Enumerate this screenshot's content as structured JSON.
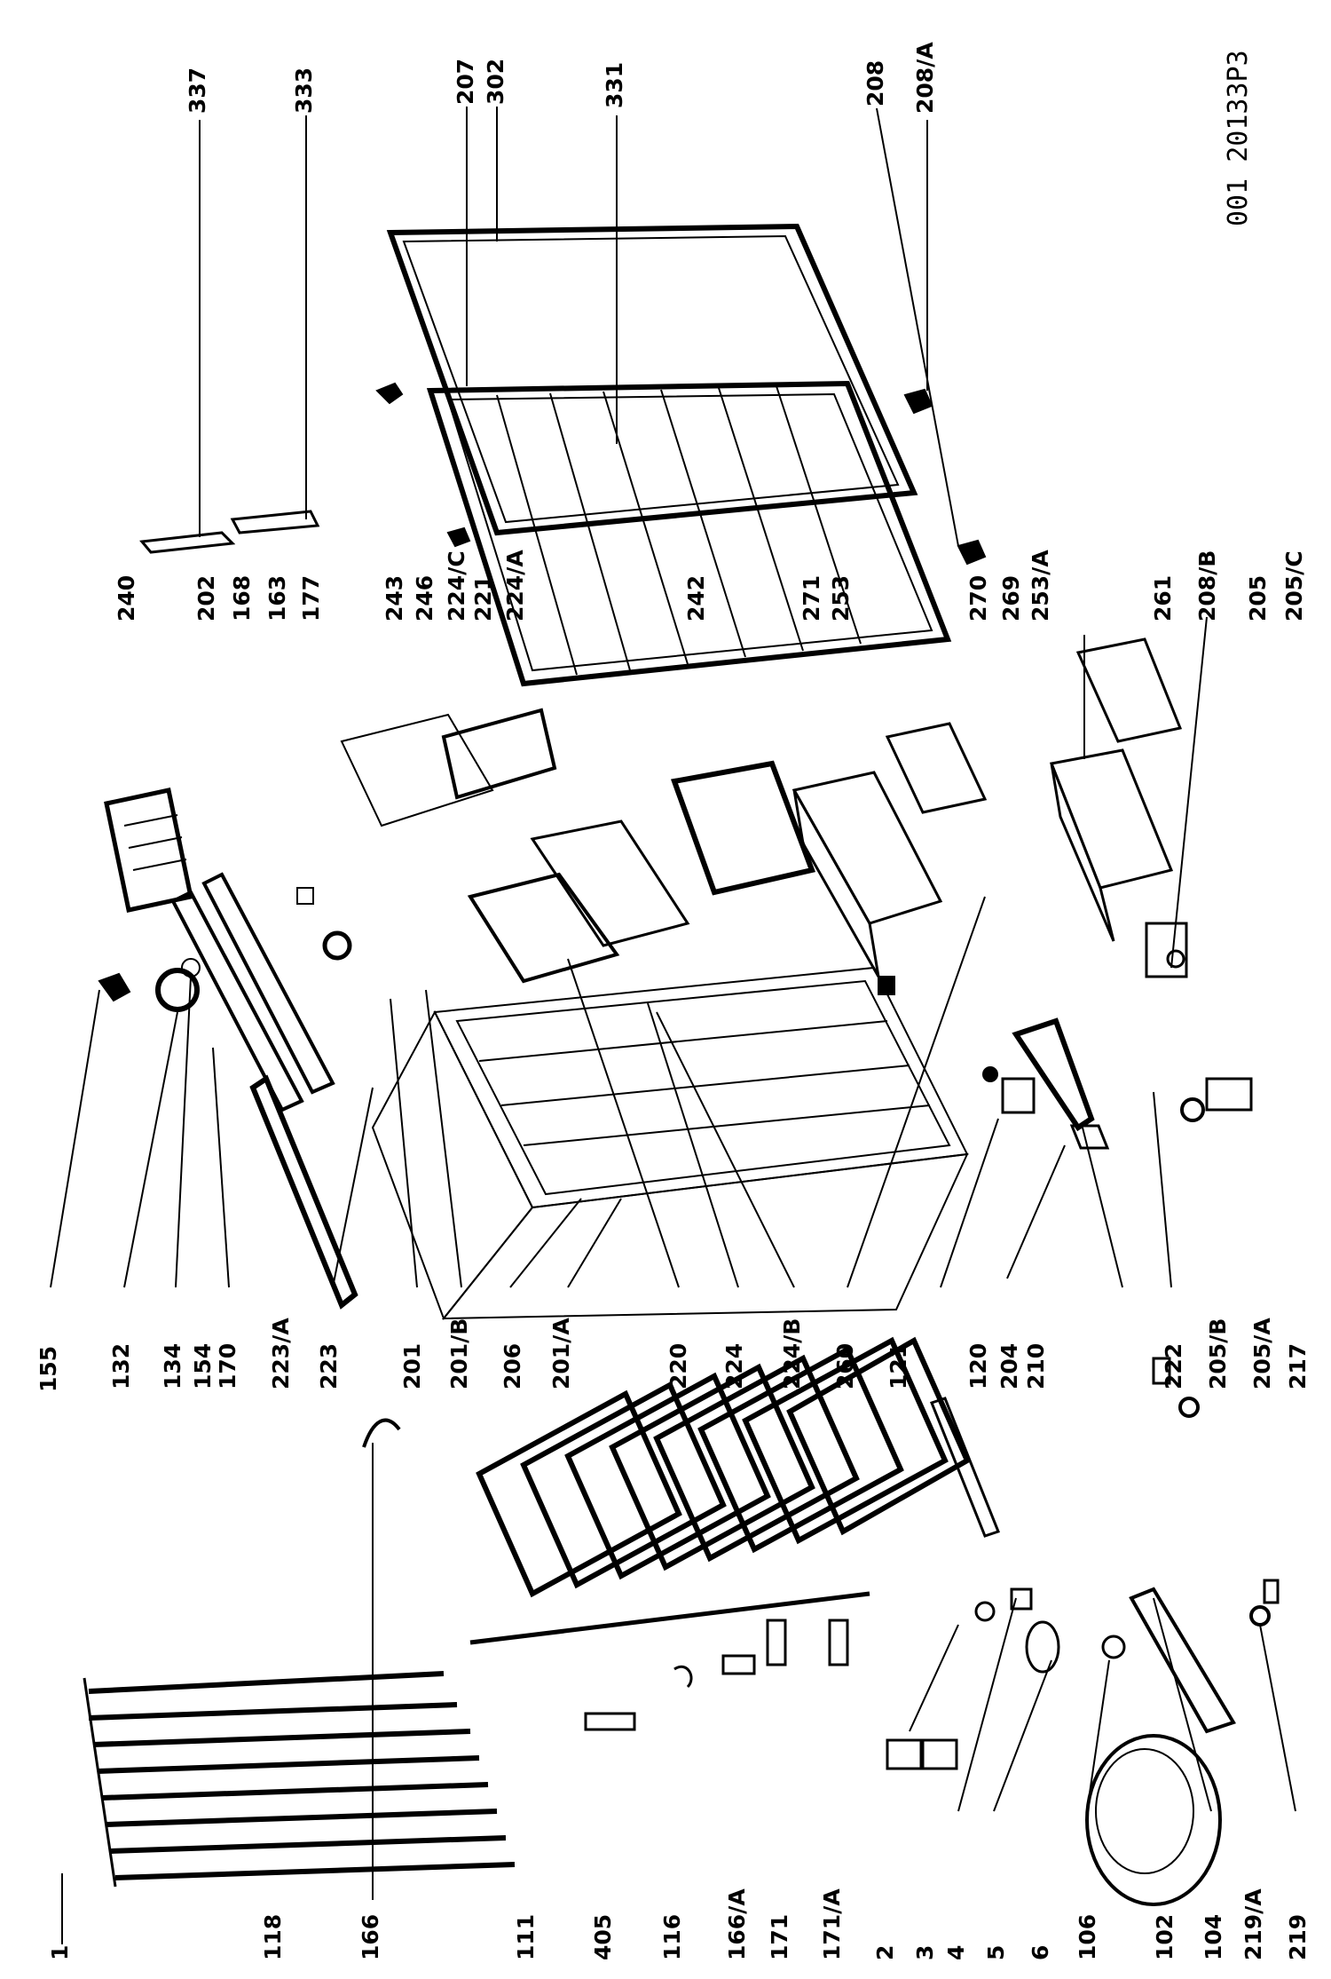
{
  "reference_code": "001  20133P3",
  "labels_top": [
    "337",
    "333",
    "207",
    "302",
    "331",
    "208",
    "208/A",
    "240",
    "202",
    "168",
    "163",
    "177",
    "243",
    "246",
    "224/C",
    "221",
    "224/A",
    "242",
    "271",
    "253",
    "270",
    "269",
    "253/A",
    "261",
    "208/B",
    "205",
    "205/C"
  ],
  "labels_mid": [
    "155",
    "132",
    "134",
    "154",
    "170",
    "223/A",
    "223",
    "201",
    "201/B",
    "206",
    "201/A",
    "220",
    "224",
    "224/B",
    "260",
    "121",
    "120",
    "204",
    "210",
    "222",
    "205/B",
    "205/A",
    "217"
  ],
  "labels_bottom": [
    "1",
    "118",
    "166",
    "111",
    "405",
    "116",
    "166/A",
    "171",
    "171/A",
    "2",
    "3",
    "4",
    "5",
    "6",
    "106",
    "102",
    "104",
    "219/A",
    "219"
  ]
}
